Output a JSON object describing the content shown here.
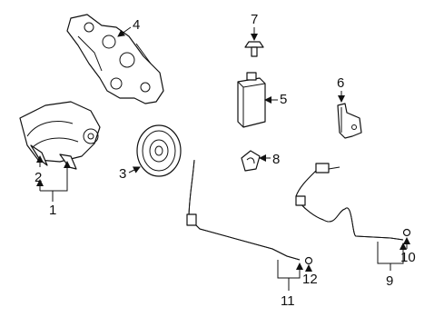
{
  "diagram": {
    "callouts": {
      "c1": "1",
      "c2": "2",
      "c3": "3",
      "c4": "4",
      "c5": "5",
      "c6": "6",
      "c7": "7",
      "c8": "8",
      "c9": "9",
      "c10": "10",
      "c11": "11",
      "c12": "12"
    },
    "colors": {
      "line": "#111111",
      "background": "#ffffff"
    }
  }
}
